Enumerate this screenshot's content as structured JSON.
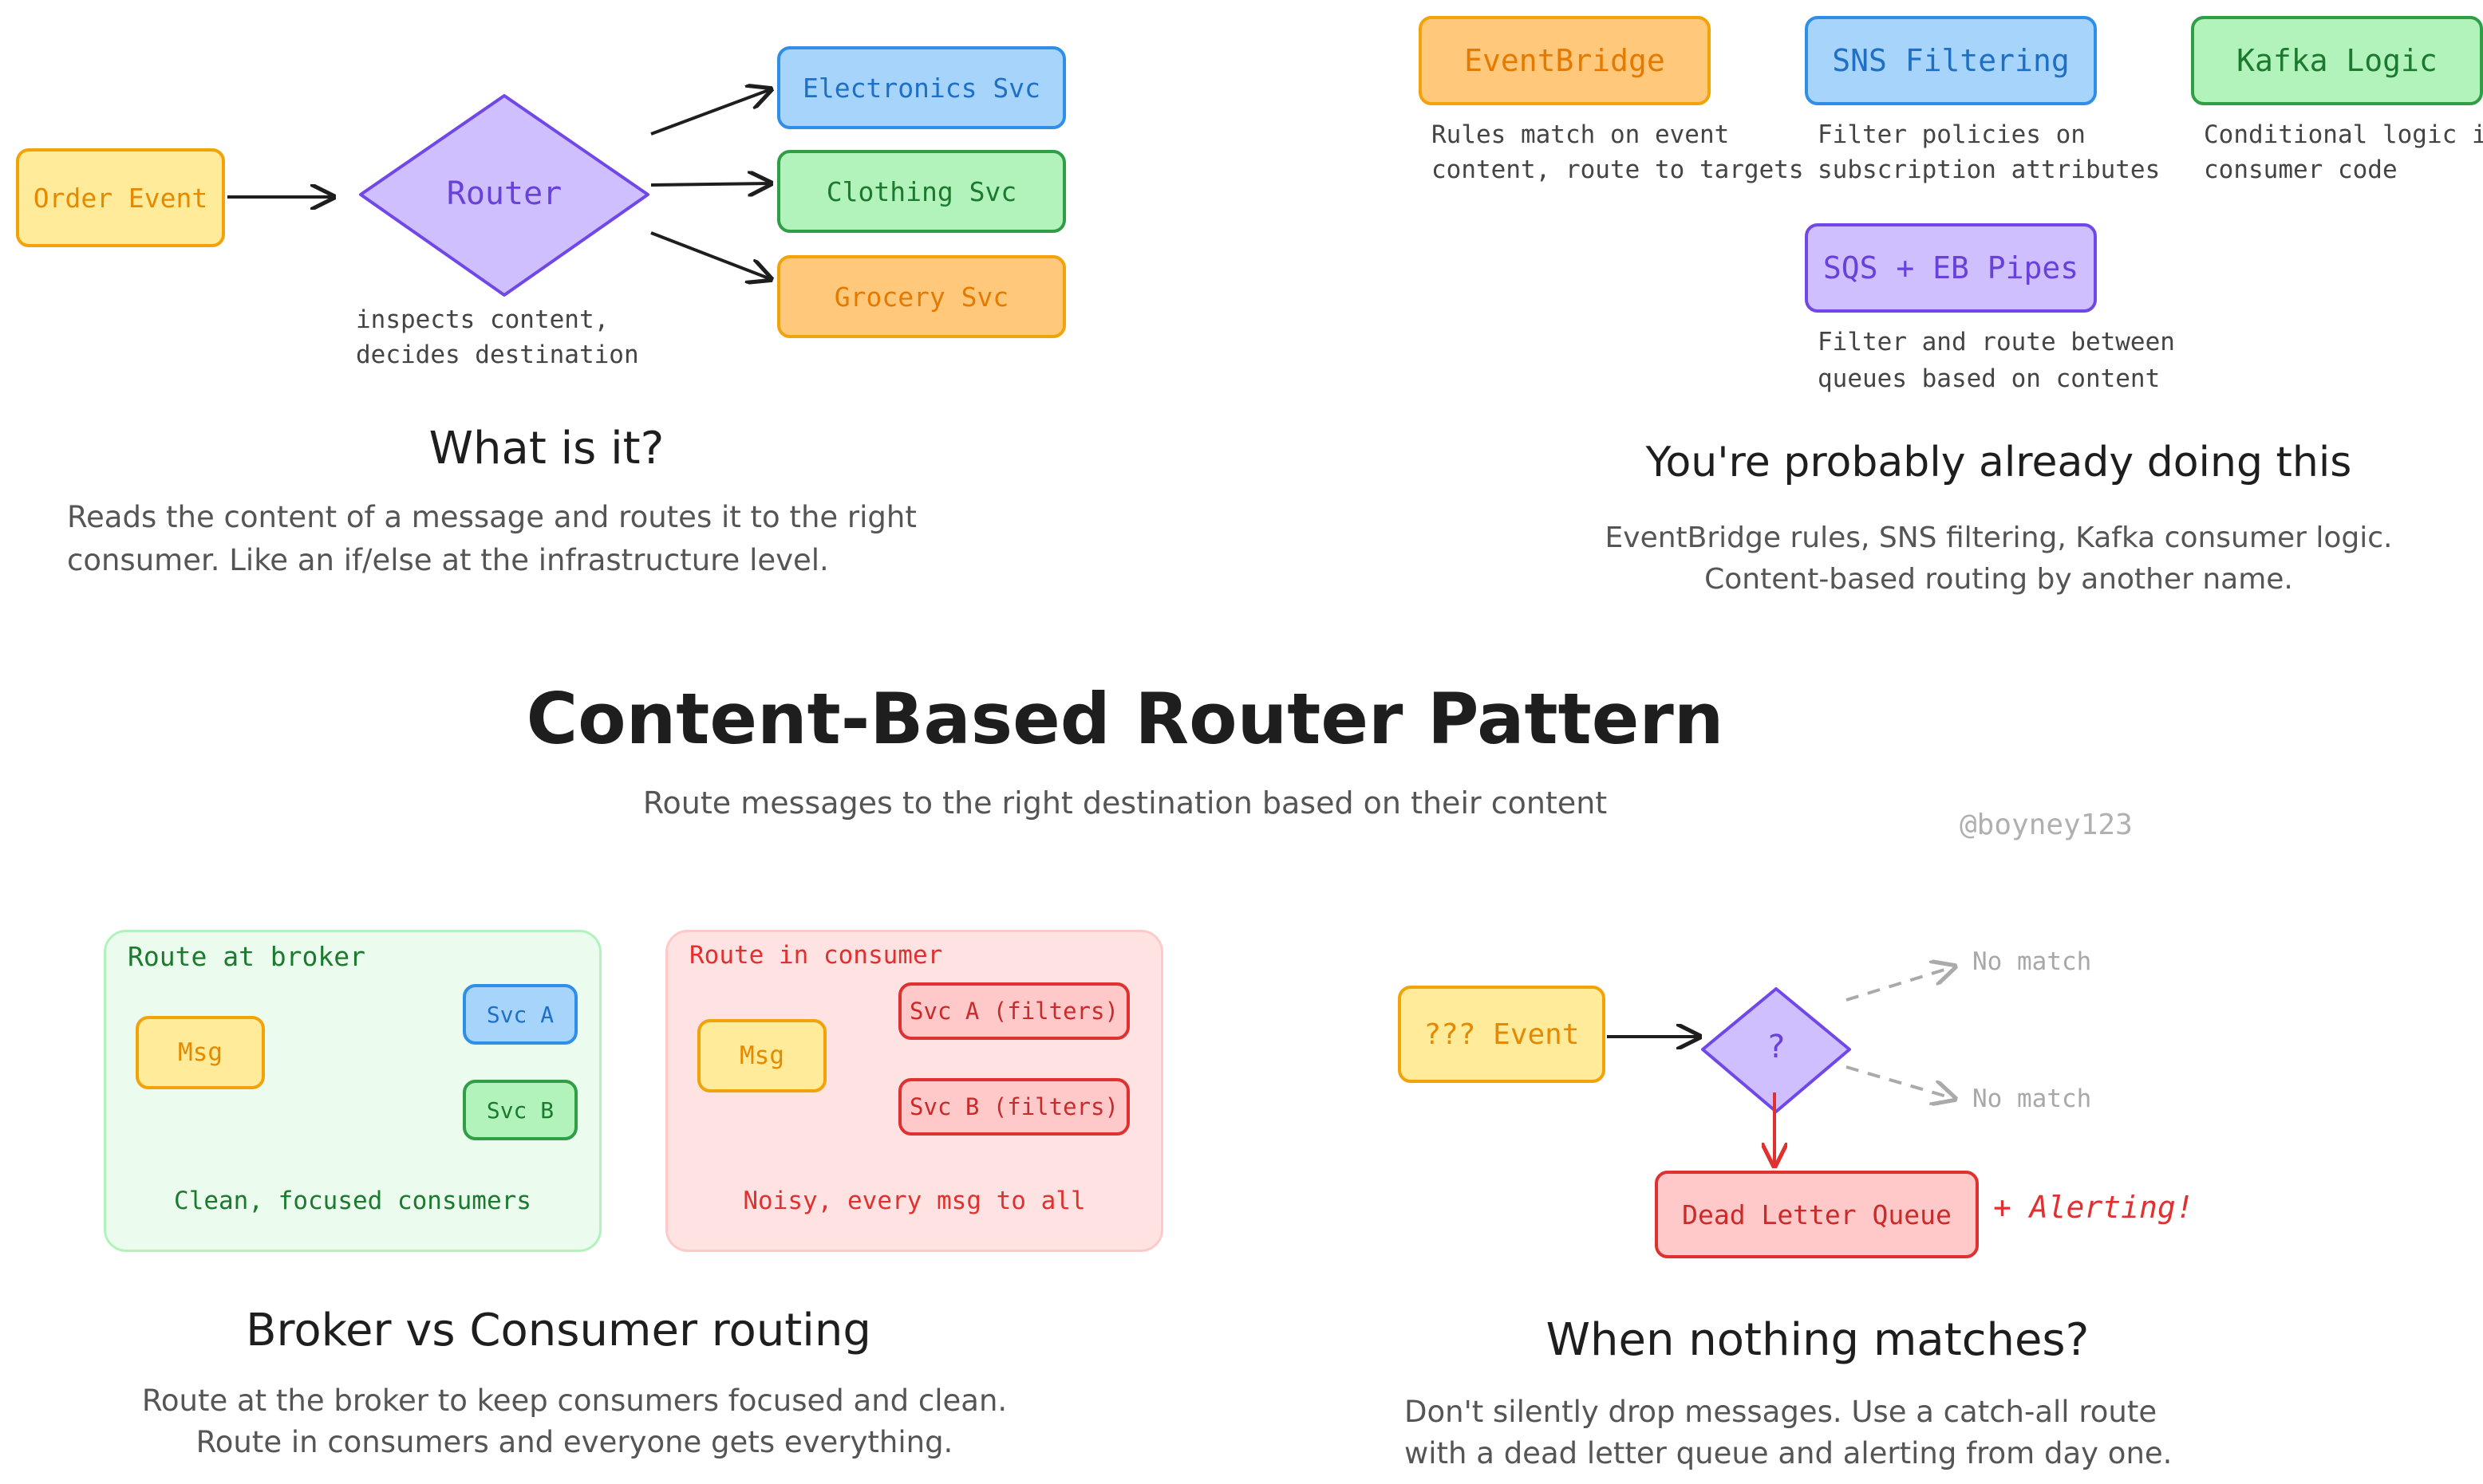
{
  "title": "Content-Based Router Pattern",
  "subtitle": "Route messages to the right destination based on their content",
  "handle": "@boyney123",
  "what": {
    "order_event": "Order Event",
    "router": "Router",
    "router_note_1": "inspects content,",
    "router_note_2": "decides destination",
    "targets": [
      "Electronics Svc",
      "Clothing Svc",
      "Grocery Svc"
    ],
    "heading": "What is it?",
    "desc_1": "Reads the content of a message and routes it to the right",
    "desc_2": "consumer. Like an if/else at the infrastructure level."
  },
  "already": {
    "cards": [
      {
        "label": "EventBridge",
        "note_1": "Rules match on event",
        "note_2": "content, route to targets"
      },
      {
        "label": "SNS Filtering",
        "note_1": "Filter policies on",
        "note_2": "subscription attributes"
      },
      {
        "label": "Kafka Logic",
        "note_1": "Conditional logic in",
        "note_2": "consumer code"
      },
      {
        "label": "SQS + EB Pipes",
        "note_1": "Filter and route between",
        "note_2": "queues based on content"
      }
    ],
    "heading": "You're probably already doing this",
    "desc_1": "EventBridge rules, SNS filtering, Kafka consumer logic.",
    "desc_2": "Content-based routing by another name."
  },
  "broker": {
    "broker_panel": {
      "title": "Route at broker",
      "msg": "Msg",
      "svc_a": "Svc A",
      "svc_b": "Svc B",
      "footer": "Clean, focused consumers"
    },
    "consumer_panel": {
      "title": "Route in consumer",
      "msg": "Msg",
      "svc_a": "Svc A (filters)",
      "svc_b": "Svc B (filters)",
      "footer": "Noisy, every msg to all"
    },
    "heading": "Broker vs Consumer routing",
    "desc_1": "Route at the broker to keep consumers focused and clean.",
    "desc_2": "Route in consumers and everyone gets everything."
  },
  "nomatch": {
    "event": "??? Event",
    "router": "?",
    "no_match_1": "No match",
    "no_match_2": "No match",
    "dlq": "Dead Letter Queue",
    "alerting": "+ Alerting!",
    "heading": "When nothing matches?",
    "desc_1": "Don't silently drop messages. Use a catch-all route",
    "desc_2": "with a dead letter queue and alerting from day one."
  },
  "colors": {
    "orange": "#f2a30a",
    "blue": "#2f8ee8",
    "green": "#2f9e44",
    "purple": "#7048e8",
    "red": "#e03131"
  }
}
